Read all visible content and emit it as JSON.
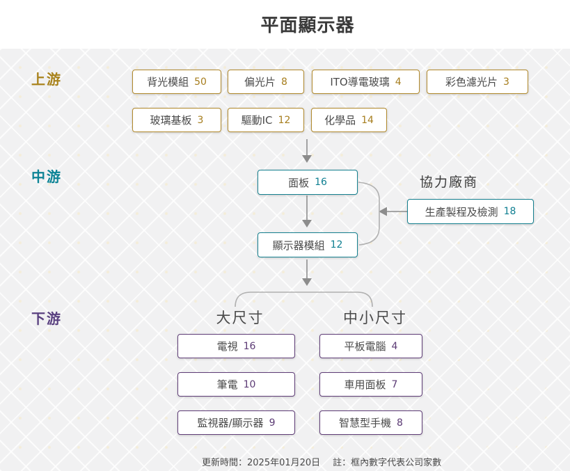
{
  "title": "平面顯示器",
  "colors": {
    "upstream_accent": "#b1892c",
    "midstream_accent": "#15808f",
    "downstream_accent": "#5f3d77",
    "arrow": "#999999",
    "canvas_bg": "#f1f1f2"
  },
  "upstream": {
    "label": "上游",
    "row1": [
      {
        "label": "背光模組",
        "count": "50"
      },
      {
        "label": "偏光片",
        "count": "8"
      },
      {
        "label": "ITO導電玻璃",
        "count": "4"
      },
      {
        "label": "彩色濾光片",
        "count": "3"
      }
    ],
    "row2": [
      {
        "label": "玻璃基板",
        "count": "3"
      },
      {
        "label": "驅動IC",
        "count": "12"
      },
      {
        "label": "化學品",
        "count": "14"
      }
    ]
  },
  "midstream": {
    "label": "中游",
    "panel": {
      "label": "面板",
      "count": "16"
    },
    "module": {
      "label": "顯示器模組",
      "count": "12"
    },
    "partner_heading": "協力廠商",
    "partner": {
      "label": "生產製程及檢測",
      "count": "18"
    }
  },
  "downstream": {
    "label": "下游",
    "group_large": {
      "heading": "大尺寸",
      "items": [
        {
          "label": "電視",
          "count": "16"
        },
        {
          "label": "筆電",
          "count": "10"
        },
        {
          "label": "監視器/顯示器",
          "count": "9"
        }
      ]
    },
    "group_small": {
      "heading": "中小尺寸",
      "items": [
        {
          "label": "平板電腦",
          "count": "4"
        },
        {
          "label": "車用面板",
          "count": "7"
        },
        {
          "label": "智慧型手機",
          "count": "8"
        }
      ]
    }
  },
  "footer": {
    "updated": "更新時間：2025年01月20日",
    "note": "註：框內數字代表公司家數"
  }
}
